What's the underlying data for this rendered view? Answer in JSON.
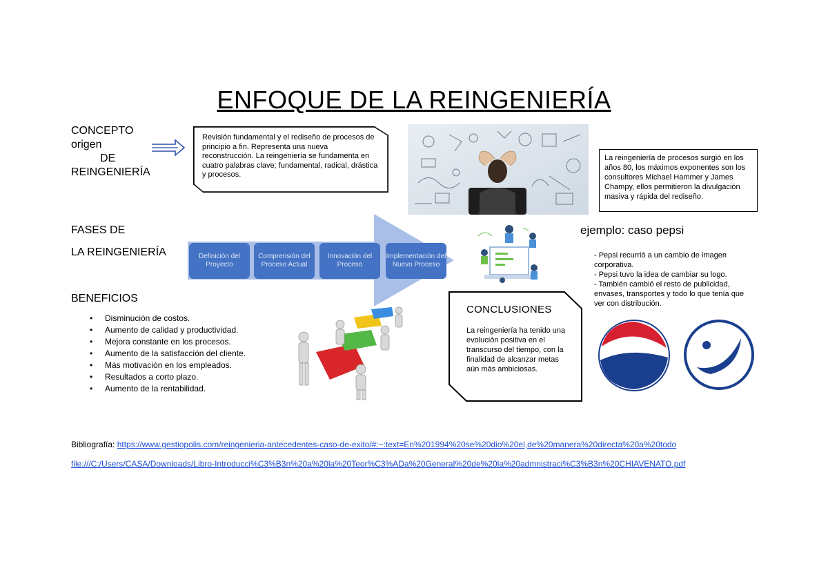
{
  "title": "ENFOQUE DE LA REINGENIERÍA",
  "concept": {
    "label_lines": [
      "CONCEPTO",
      "origen",
      "DE",
      "REINGENIERÍA"
    ],
    "text": "Revisión fundamental y el rediseño de procesos de principio a fin. Representa una nueva reconstrucción. La reingeniería se fundamenta en cuatro palabras clave; fundamental, radical, drástica y procesos."
  },
  "origin": {
    "text": "La reingeniería de procesos surgió en los años 80, los máximos exponentes son los consultores Michael Hammer y James Champy, ellos permitieron la divulgación masiva y rápida del rediseño."
  },
  "phases": {
    "label_lines": [
      "FASES DE",
      "LA REINGENIERÍA"
    ],
    "steps": [
      "Definición del Proyecto",
      "Comprensión del Proceso Actual",
      "Innovación del Proceso",
      "Implementación del Nuevo Proceso"
    ]
  },
  "benefits": {
    "label": "BENEFICIOS",
    "items": [
      "Disminución de costos.",
      "Aumento de calidad y productividad.",
      "Mejora constante en los procesos.",
      "Aumento de la satisfacción del cliente.",
      "Más motivación en los empleados.",
      "Resultados a corto plazo.",
      "Aumento de la rentabilidad."
    ]
  },
  "example": {
    "label": "ejemplo: caso pepsi",
    "items": [
      "- Pepsi recurrió a un cambio de imagen corporativa.",
      "- Pepsi tuvo la idea de cambiar su logo.",
      "- También cambió el resto de publicidad, envases, transportes y todo lo que tenía que ver con distribución."
    ]
  },
  "conclusions": {
    "title": "CONCLUSIONES",
    "text": "La reingeniería ha tenido una evolución positiva en el transcurso del tiempo, con la finalidad de alcanzar metas aún más ambiciosas."
  },
  "bibliography": {
    "label": "Bibliografía:",
    "link1": "https://www.gestiopolis.com/reingenieria-antecedentes-caso-de-exito/#:~:text=En%201994%20se%20dio%20el,de%20manera%20directa%20a%20todo",
    "link2": "file:///C:/Users/CASA/Downloads/Libro-Introducci%C3%B3n%20a%20la%20Teor%C3%ADa%20General%20de%20la%20admnistraci%C3%B3n%20CHIAVENATO.pdf"
  },
  "colors": {
    "phase_box": "#4472c4",
    "arrow": "#a9bfe8",
    "link": "#1f4fd6",
    "pepsi_red": "#d71f32",
    "pepsi_blue": "#1a3f8f"
  }
}
